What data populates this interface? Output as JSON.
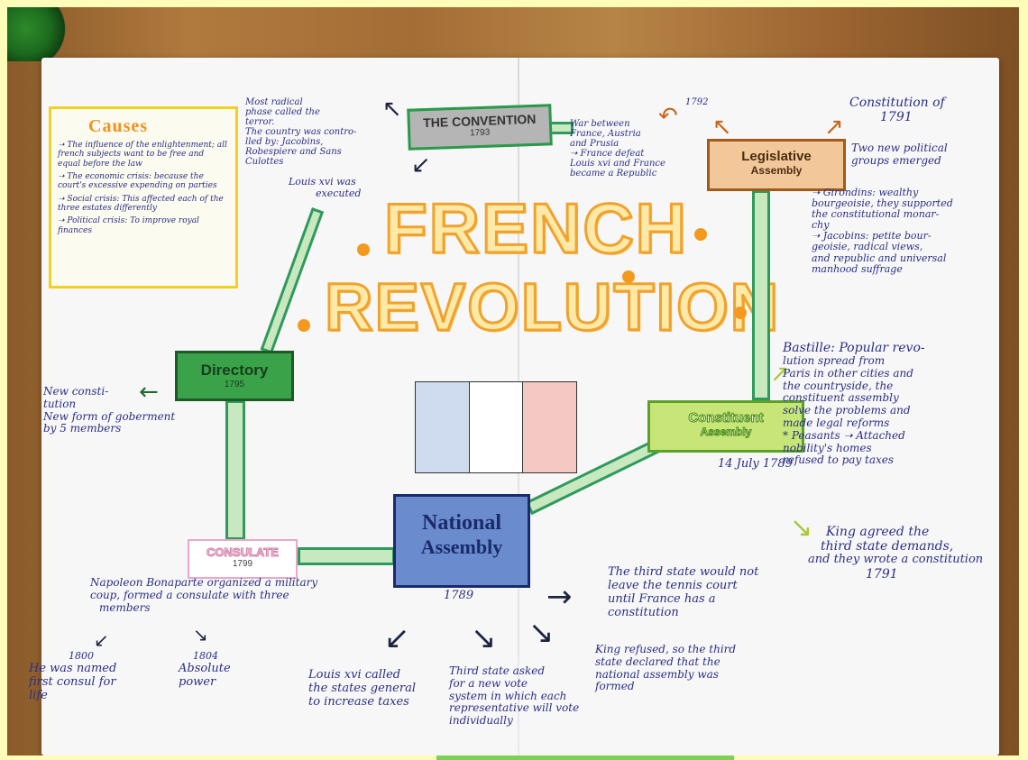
{
  "title": [
    "FRENCH",
    "REVOLUTION"
  ],
  "causes": {
    "heading": "Causes",
    "items": [
      "➝ The influence of the enlightenment; all french subjects want to be free and equal before the law",
      "➝ The economic crisis: because the court's excessive expending on parties",
      "➝ Social crisis: This affected each of the three estates differently",
      "➝ Political crisis: To improve royal finances"
    ]
  },
  "convention": {
    "label": "THE CONVENTION",
    "year": "1793",
    "note_left": [
      "Most radical",
      "phase called the",
      "terror.",
      "The country was contro-",
      "lled by: Jacobins,",
      "Robespiere and Sans Culottes"
    ],
    "note_below": [
      "Louis xvi was",
      "executed"
    ],
    "note_right": [
      "War between",
      "France, Austria",
      "and Prusia",
      "➝ France defeat",
      "Louis xvi and France",
      "became a Republic"
    ]
  },
  "legislative": {
    "label": [
      "Legislative",
      "Assembly"
    ],
    "year": "1792",
    "constitution": [
      "Constitution of",
      "1791"
    ],
    "groups": [
      "Two new political",
      "groups emerged"
    ],
    "details": [
      "➝ Girondins: wealthy",
      "bourgeoisie, they supported",
      "the constitutional monar-",
      "chy",
      "➝ Jacobins: petite bour-",
      "geoisie, radical views,",
      "and republic and universal",
      "manhood suffrage"
    ]
  },
  "directory": {
    "label": "Directory",
    "year": "1795",
    "note": [
      "New consti-",
      "tution",
      "New form of goberment",
      "by 5 members"
    ]
  },
  "constituent": {
    "label": [
      "Constituent",
      "Assembly"
    ],
    "date": "14 July 1789",
    "bastille": [
      "Bastille: Popular revo-",
      "lution spread from",
      "Paris in other cities and",
      "the countryside, the",
      "constituent assembly",
      "solve the problems and",
      "made legal reforms",
      "* Peasants ➝ Attached",
      "nobility's homes",
      "refused to pay taxes"
    ],
    "king": [
      "King agreed the",
      "third state demands,",
      "and they wrote a constitution",
      "1791"
    ]
  },
  "consulate": {
    "label": "CONSULATE",
    "year": "1799",
    "note": [
      "Napoleon Bonaparte organized a military",
      "coup, formed a consulate with three",
      "members"
    ],
    "sub1": [
      "1800",
      "He was named",
      "first consul for",
      "life"
    ],
    "sub2": [
      "1804",
      "Absolute",
      "power"
    ]
  },
  "national": {
    "label": [
      "National",
      "Assembly"
    ],
    "year": "1789",
    "note1": [
      "Louis xvi called",
      "the states general",
      "to increase taxes"
    ],
    "note2": [
      "Third state asked",
      "for a new vote",
      "system in which each",
      "representative will vote",
      "individually"
    ],
    "note3": [
      "King refused, so the third",
      "state declared that the",
      "national assembly was",
      "formed"
    ],
    "note4": [
      "The third state would not",
      "leave the tennis court",
      "until France has a",
      "constitution"
    ]
  },
  "colors": {
    "flag_blue": "#cfdcf0",
    "flag_white": "#ffffff",
    "flag_red": "#f4c9c4",
    "title": "#f0a22c",
    "ink": "#2b2f82"
  }
}
